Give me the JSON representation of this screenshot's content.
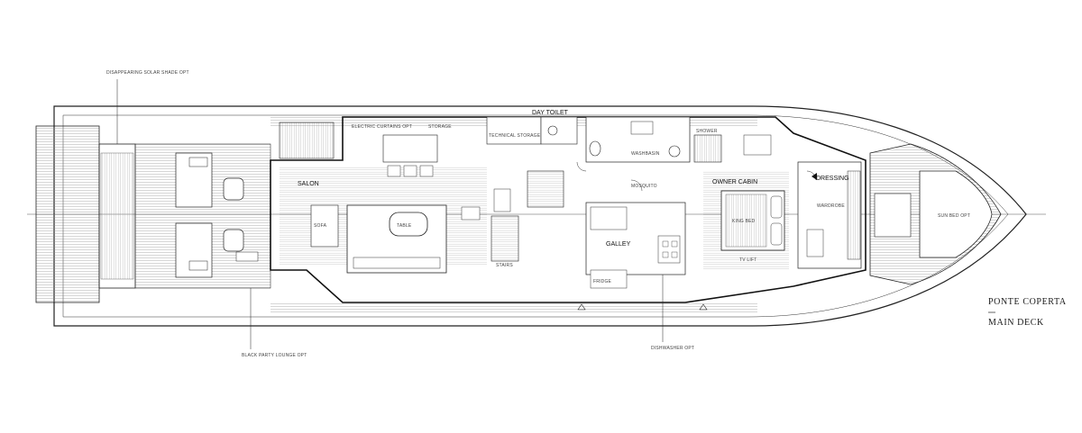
{
  "rooms": {
    "salon": "SALON",
    "day_toilet": "DAY TOILET",
    "galley": "GALLEY",
    "owner_cabin": "OWNER CABIN",
    "dressing": "DRESSING",
    "shower": "SHOWER",
    "sun_bed": "SUN BED OPT"
  },
  "deck_label": {
    "italian": "PONTE COPERTA",
    "english": "MAIN DECK"
  },
  "callouts": {
    "stern_top": "DISAPPEARING SOLAR SHADE OPT",
    "stern_bottom": "BLACK PARTY LOUNGE OPT",
    "galley_bottom": "DISHWASHER OPT",
    "curtains_top": "ELECTRIC CURTAINS OPT",
    "storage": "STORAGE",
    "technical": "TECHNICAL STORAGE",
    "stairs": "STAIRS",
    "mosquito": "MOSQUITO",
    "washbasin": "WASHBASIN",
    "wardrobe": "WARDROBE",
    "bed": "KING BED",
    "sofa": "SOFA",
    "fridge": "FRIDGE",
    "table": "TABLE",
    "tv": "TV LIFT"
  }
}
